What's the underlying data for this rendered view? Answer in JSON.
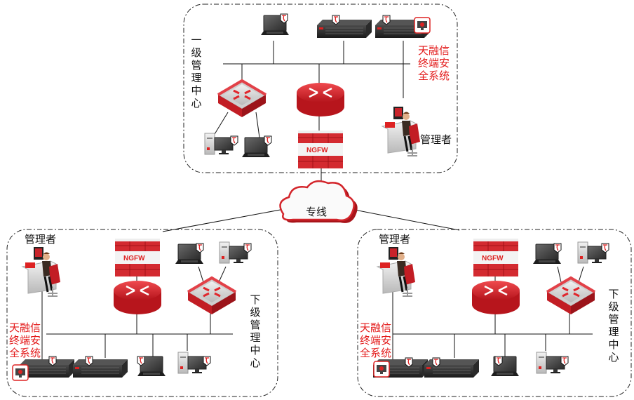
{
  "diagram": {
    "core_link_label": "专线",
    "top_center": {
      "title": "一级管理中心",
      "tianrongxin_label": [
        "天融信",
        "终端安",
        "全系统"
      ],
      "admin_label": "管理者",
      "firewall_label": "NGFW"
    },
    "left_center": {
      "title": "下级管理中心",
      "tianrongxin_label": [
        "天融信",
        "终端安",
        "全系统"
      ],
      "admin_label": "管理者",
      "firewall_label": "NGFW"
    },
    "right_center": {
      "title": "下级管理中心",
      "tianrongxin_label": [
        "天融信",
        "终端安",
        "全系统"
      ],
      "admin_label": "管理者",
      "firewall_label": "NGFW"
    },
    "colors": {
      "accent_red": "#e31b1b",
      "device_red": "#d8262c",
      "dark": "#222222"
    }
  }
}
